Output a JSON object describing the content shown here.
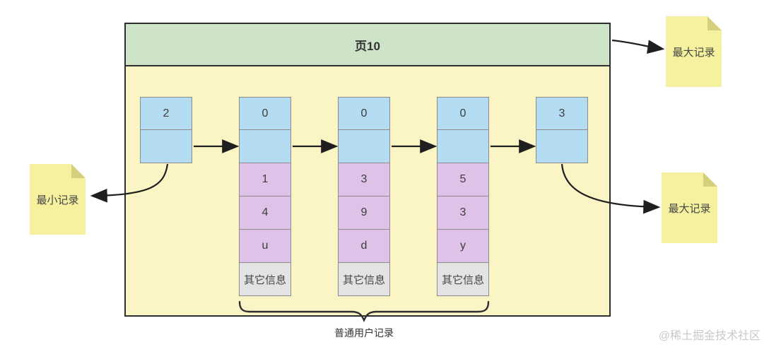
{
  "diagram": {
    "page_title": "页10",
    "caption": "普通用户记录",
    "watermark": "@稀土掘金技术社区"
  },
  "notes": {
    "min_record": "最小记录",
    "max_record_top": "最大记录",
    "max_record_right": "最大记录"
  },
  "records": [
    {
      "name": "infimum",
      "header_top": "2",
      "header_bottom": ""
    },
    {
      "name": "user-record-1",
      "header_top": "0",
      "header_bottom": "",
      "fields": [
        "1",
        "4",
        "u"
      ],
      "other_info": "其它信息"
    },
    {
      "name": "user-record-2",
      "header_top": "0",
      "header_bottom": "",
      "fields": [
        "3",
        "9",
        "d"
      ],
      "other_info": "其它信息"
    },
    {
      "name": "user-record-3",
      "header_top": "0",
      "header_bottom": "",
      "fields": [
        "5",
        "3",
        "y"
      ],
      "other_info": "其它信息"
    },
    {
      "name": "supremum",
      "header_top": "3",
      "header_bottom": ""
    }
  ],
  "colors": {
    "page_header_green": "#cde4c9",
    "page_body_yellow": "#fbf5c6",
    "record_header_blue": "#b3dcf2",
    "record_field_purple": "#dfc2e8",
    "other_info_gray": "#e3e3e3",
    "note_yellow": "#f5f19e",
    "note_fold": "#d5d07d",
    "cell_border": "#8c8c8c",
    "container_border": "#2e2e2e",
    "arrow": "#1f1f1f",
    "watermark_gray": "#c9c9c9"
  }
}
